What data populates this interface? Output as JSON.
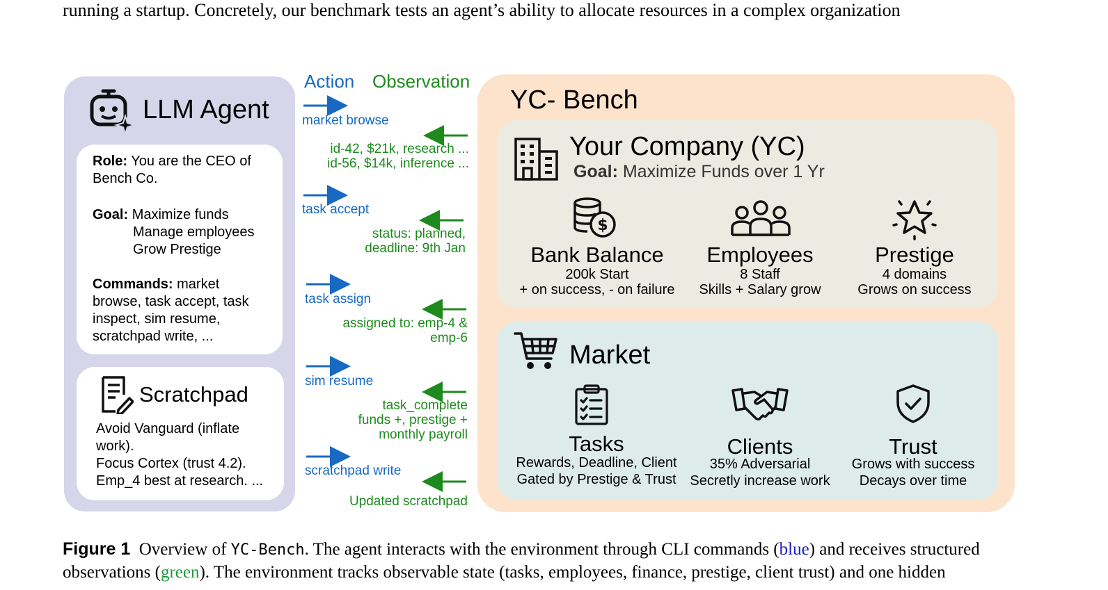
{
  "top_text": "running a startup. Concretely, our benchmark tests an agent’s ability to allocate resources in a complex organization",
  "agent": {
    "title": "LLM Agent",
    "role_label": "Role:",
    "role_text_1": "You are the CEO of",
    "role_text_2": "Bench Co.",
    "goal_label": "Goal:",
    "goal_1": "Maximize funds",
    "goal_2": "Manage employees",
    "goal_3": "Grow Prestige",
    "commands_label": "Commands:",
    "commands_1": "market",
    "commands_2": "browse, task accept, task",
    "commands_3": "inspect, sim resume,",
    "commands_4": "scratchpad write, ...",
    "scratchpad_title": "Scratchpad",
    "scratch_1": "Avoid Vanguard (inflate",
    "scratch_2": "work).",
    "scratch_3": "Focus Cortex (trust 4.2).",
    "scratch_4": "Emp_4 best at research. ..."
  },
  "flow": {
    "action_header": "Action",
    "observation_header": "Observation",
    "actions": [
      "market browse",
      "task accept",
      "task assign",
      "sim resume",
      "scratchpad write"
    ],
    "obs_1a": "id-42, $21k, research ...",
    "obs_1b": "id-56, $14k,  inference ...",
    "obs_2a": "status: planned,",
    "obs_2b": "deadline: 9th Jan",
    "obs_3a": "assigned to: emp-4 &",
    "obs_3b": "emp-6",
    "obs_4a": "task_complete",
    "obs_4b": "funds +, prestige +",
    "obs_4c": "monthly payroll",
    "obs_5a": "Updated scratchpad"
  },
  "bench": {
    "title": "YC- Bench",
    "company_title": "Your Company (YC)",
    "goal_label": "Goal:",
    "goal_text": "Maximize Funds over 1 Yr",
    "stats": [
      {
        "title": "Bank Balance",
        "line1": "200k Start",
        "line2": "+ on success, - on failure"
      },
      {
        "title": "Employees",
        "line1": "8 Staff",
        "line2": "Skills + Salary grow"
      },
      {
        "title": "Prestige",
        "line1": "4 domains",
        "line2": "Grows on success"
      }
    ],
    "market_title": "Market",
    "market": [
      {
        "title": "Tasks",
        "line1": "Rewards, Deadline, Client",
        "line2": "Gated by Prestige & Trust"
      },
      {
        "title": "Clients",
        "line1": "35% Adversarial",
        "line2": "Secretly increase work"
      },
      {
        "title": "Trust",
        "line1": "Grows with success",
        "line2": "Decays over time"
      }
    ]
  },
  "caption": {
    "fig_label": "Figure 1",
    "part1": "Overview of",
    "mono": "YC-Bench",
    "part2": ". The agent interacts with the environment through CLI commands (",
    "blue": "blue",
    "part3": ") and receives structured",
    "part4": "observations (",
    "green": "green",
    "part5": ").  The environment tracks observable state (tasks, employees, finance, prestige, client trust) and one hidden"
  },
  "colors": {
    "action_blue": "#1769c2",
    "observation_green": "#1e8a1e",
    "agent_panel": "#d6d5ea",
    "bench_panel": "#fde3cc",
    "company_box": "#ecebe1",
    "market_box": "#ddebea"
  }
}
